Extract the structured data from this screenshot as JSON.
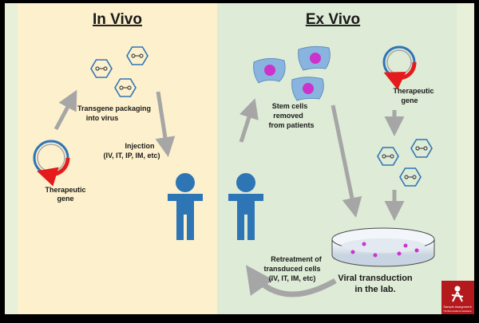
{
  "in_vivo": {
    "title": "In Vivo",
    "gene_label_1": "Therapeutic",
    "gene_label_2": "gene",
    "packaging_label_1": "Transgene packaging",
    "packaging_label_2": "into virus",
    "injection_label_1": "Injection",
    "injection_label_2": "(IV, IT, IP, IM, etc)"
  },
  "ex_vivo": {
    "title": "Ex Vivo",
    "stem_label_1": "Stem cells",
    "stem_label_2": "removed",
    "stem_label_3": "from patients",
    "gene_label_1": "Therapeutic",
    "gene_label_2": "gene",
    "retreat_label_1": "Retreatment of",
    "retreat_label_2": "transduced cells",
    "retreat_label_3": "(IV, IT, IM, etc)",
    "viral_label_1": "Viral transduction",
    "viral_label_2": "in the lab."
  },
  "logo": {
    "line_1": "Sample Assignment",
    "line_2": "The Best Academic Assistance"
  },
  "colors": {
    "in_vivo_bg": "#fdf0cc",
    "ex_vivo_bg": "#deebd6",
    "outer_bg": "#e9f0d9",
    "person": "#2e75b6",
    "plasmid_blue": "#2e75b6",
    "plasmid_red": "#e41a1c",
    "cell_fill": "#8ab4e0",
    "nucleus": "#cc33cc",
    "arrow_gray": "#a6a6a6",
    "logo_red": "#b3191d"
  }
}
